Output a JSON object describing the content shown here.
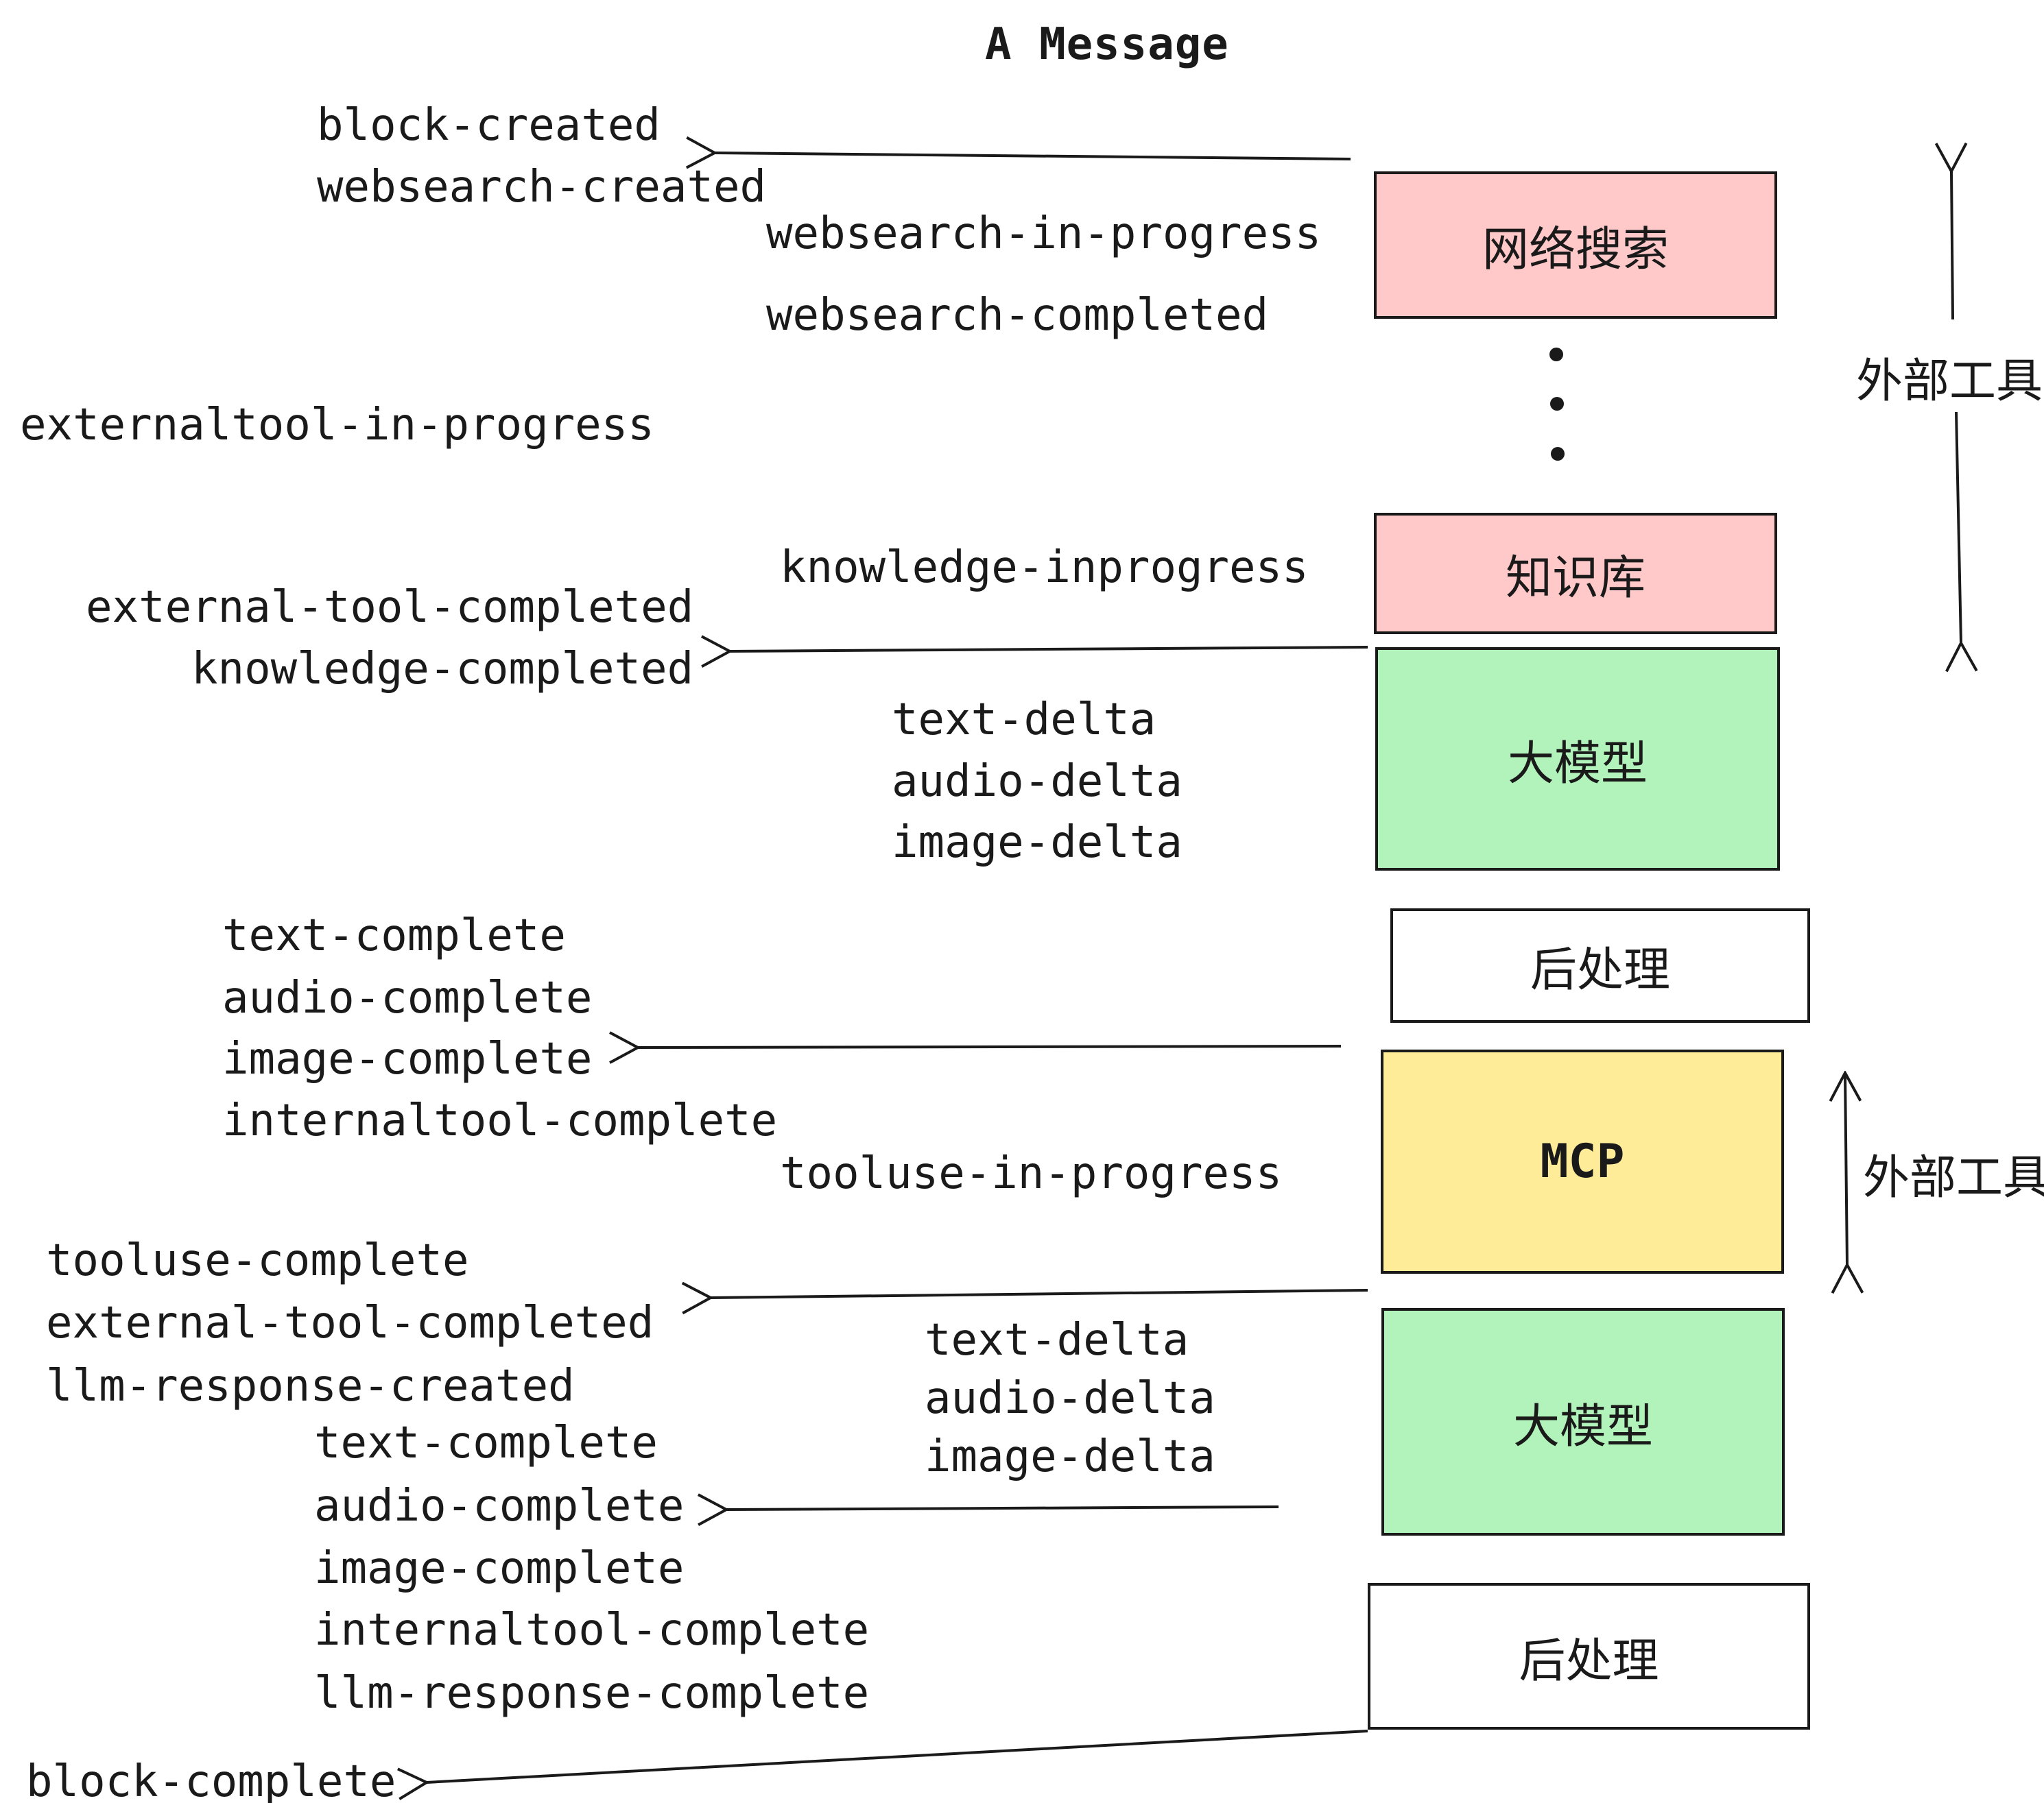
{
  "title": "A Message",
  "flow": {
    "nodes": {
      "web_search": {
        "label": "网络搜索"
      },
      "knowledge_base": {
        "label": "知识库"
      },
      "llm": {
        "label": "大模型"
      },
      "post_process": {
        "label": "后处理"
      },
      "mcp": {
        "label": "MCP"
      }
    },
    "annotations": {
      "external_tools": "外部工具"
    },
    "events": {
      "block_created": "block-created",
      "websearch_created": "websearch-created",
      "websearch_in_progress": "websearch-in-progress",
      "websearch_completed": "websearch-completed",
      "externaltool_in_progress": "externaltool-in-progress",
      "knowledge_inprogress": "knowledge-inprogress",
      "external_tool_completed": "external-tool-completed",
      "knowledge_completed": "knowledge-completed",
      "text_delta": "text-delta",
      "audio_delta": "audio-delta",
      "image_delta": "image-delta",
      "text_complete": "text-complete",
      "audio_complete": "audio-complete",
      "image_complete": "image-complete",
      "internaltool_complete": "internaltool-complete",
      "tooluse_in_progress": "tooluse-in-progress",
      "tooluse_complete": "tooluse-complete",
      "llm_response_created": "llm-response-created",
      "llm_response_complete": "llm-response-complete",
      "block_complete": "block-complete"
    }
  },
  "colors": {
    "node_pink": "#ffc9c9",
    "node_green": "#b2f2bb",
    "node_yellow": "#ffec99",
    "node_white": "#ffffff",
    "stroke": "#1a1a1a",
    "background": "#ffffff"
  }
}
